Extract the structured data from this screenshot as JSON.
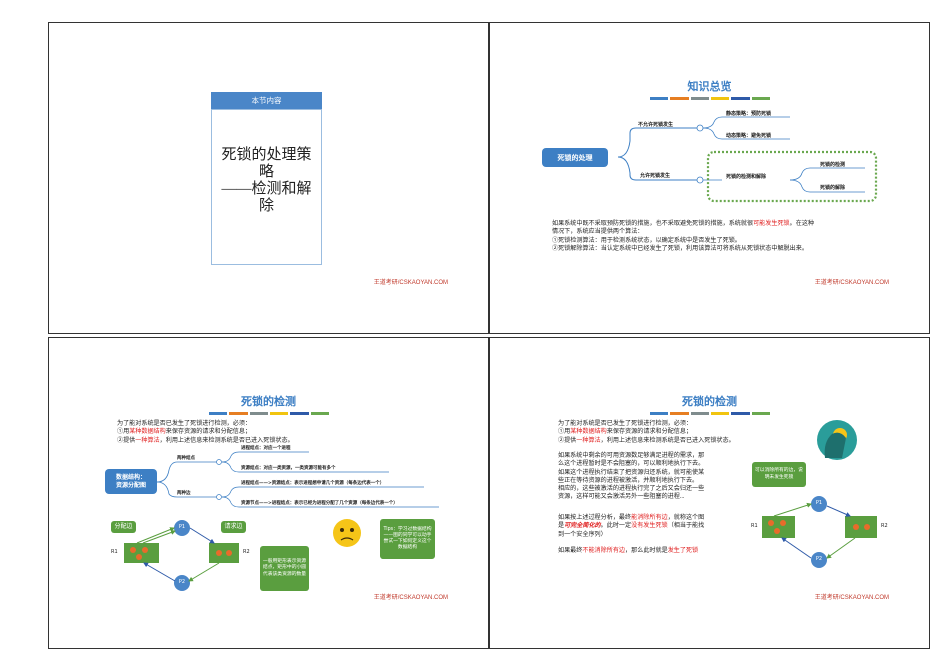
{
  "brand": "王道考研/CSKAOYAN.COM",
  "colors": {
    "blue": "#3d7fc4",
    "green": "#5a9e3f",
    "red": "#e02020",
    "teal": "#2a9d9a"
  },
  "color_bar": [
    "#3d7fc4",
    "#e67e22",
    "#7f8c8d",
    "#f1c40f",
    "#2e5aa8",
    "#6aa84f"
  ],
  "slide1": {
    "header": "本节内容",
    "title_line1": "死锁的处理策",
    "title_line2": "略",
    "title_line3": "——检测和解",
    "title_line4": "除"
  },
  "slide2": {
    "title": "知识总览",
    "root": "死锁的处理",
    "branch1": "不允许死锁发生",
    "leaf_static": "静态策略：预防死锁",
    "leaf_dynamic": "动态策略：避免死锁",
    "branch2": "允许死锁发生",
    "sub": "死锁的检测和解除",
    "leaf_detect": "死锁的检测",
    "leaf_remove": "死锁的解除",
    "para1a": "如果系统中既不采取预防死锁的措施，也不采取避免死锁的措施，系统就很",
    "para1b": "可能发生死锁",
    "para1c": "。在这种",
    "para2": "情况下，系统应当提供两个算法：",
    "para3": "①死锁检测算法：用于检测系统状态，以确定系统中是否发生了死锁。",
    "para4": "②死锁解除算法：当认定系统中已经发生了死锁，利用该算法可将系统从死锁状态中解脱出来。"
  },
  "slide3": {
    "title": "死锁的检测",
    "p1": "为了能对系统是否已发生了死锁进行检测，必须：",
    "p2a": "①用",
    "p2b": "某种数据结构",
    "p2c": "来保存资源的请求和分配信息；",
    "p3a": "②提供",
    "p3b": "一种算法",
    "p3c": "，利用上述信息来检测系统是否已进入死锁状态。",
    "ds_line1": "数据结构：",
    "ds_line2": "资源分配图",
    "two_nodes": "两种结点",
    "node_proc": "进程结点：对应一个进程",
    "node_res": "资源结点：对应一类资源，一类资源可能有多个",
    "two_edges": "两种边",
    "edge_req": "进程结点——>资源结点：表示进程想申请几个资源（每条边代表一个）",
    "edge_alloc": "资源节点——>进程结点：表示已经为进程分配了几个资源（每条边代表一个）",
    "alloc_edge": "分配边",
    "req_edge": "请求边",
    "p1_label": "P1",
    "p2_label": "P2",
    "r1_label": "R1",
    "r2_label": "R2",
    "rect_note": "一般用矩形表示资源结点，矩形中的小圆代表该类资源的数量",
    "tips": "Tips：学习过数据结构——图的同学可以动手尝试一下如何定义这个数据结构"
  },
  "slide4": {
    "title": "死锁的检测",
    "p1": "为了能对系统是否已发生了死锁进行检测，必须：",
    "p2a": "①用",
    "p2b": "某种数据结构",
    "p2c": "来保存资源的请求和分配信息；",
    "p3a": "②提供",
    "p3b": "一种算法",
    "p3c": "，利用上述信息来检测系统是否已进入死锁状态。",
    "q1": "如果系统中剩余的可用资源数足够满足进程的需求，那",
    "q2": "么这个进程暂时是不会阻塞的，可以顺利地执行下去。",
    "q3": "如果这个进程执行结束了把资源归还系统，就可能使某",
    "q4": "些正在等待资源的进程被激活，并顺利地执行下去。",
    "q5": "相应的，这些被激活的进程执行完了之后又会归还一些",
    "q6": "资源，这样可能又会激活另外一些阻塞的进程...",
    "r1a": "如果按上述过程分析，最终",
    "r1b": "能消除所有边",
    "r1c": "，就称这个图",
    "r2a": "是",
    "r2b": "可完全简化的",
    "r2c": "。此时一定",
    "r2d": "没有发生死锁",
    "r2e": "（相当于能找",
    "r3": "到一个安全序列）",
    "s1a": "如果最终",
    "s1b": "不能消除所有边",
    "s1c": "，那么此时就是",
    "s1d": "发生了死锁",
    "bubble": "可以消除所有的边，说明未发生死锁",
    "p1_label": "P1",
    "p2_label": "P2",
    "r1_label": "R1",
    "r2_label": "R2"
  }
}
